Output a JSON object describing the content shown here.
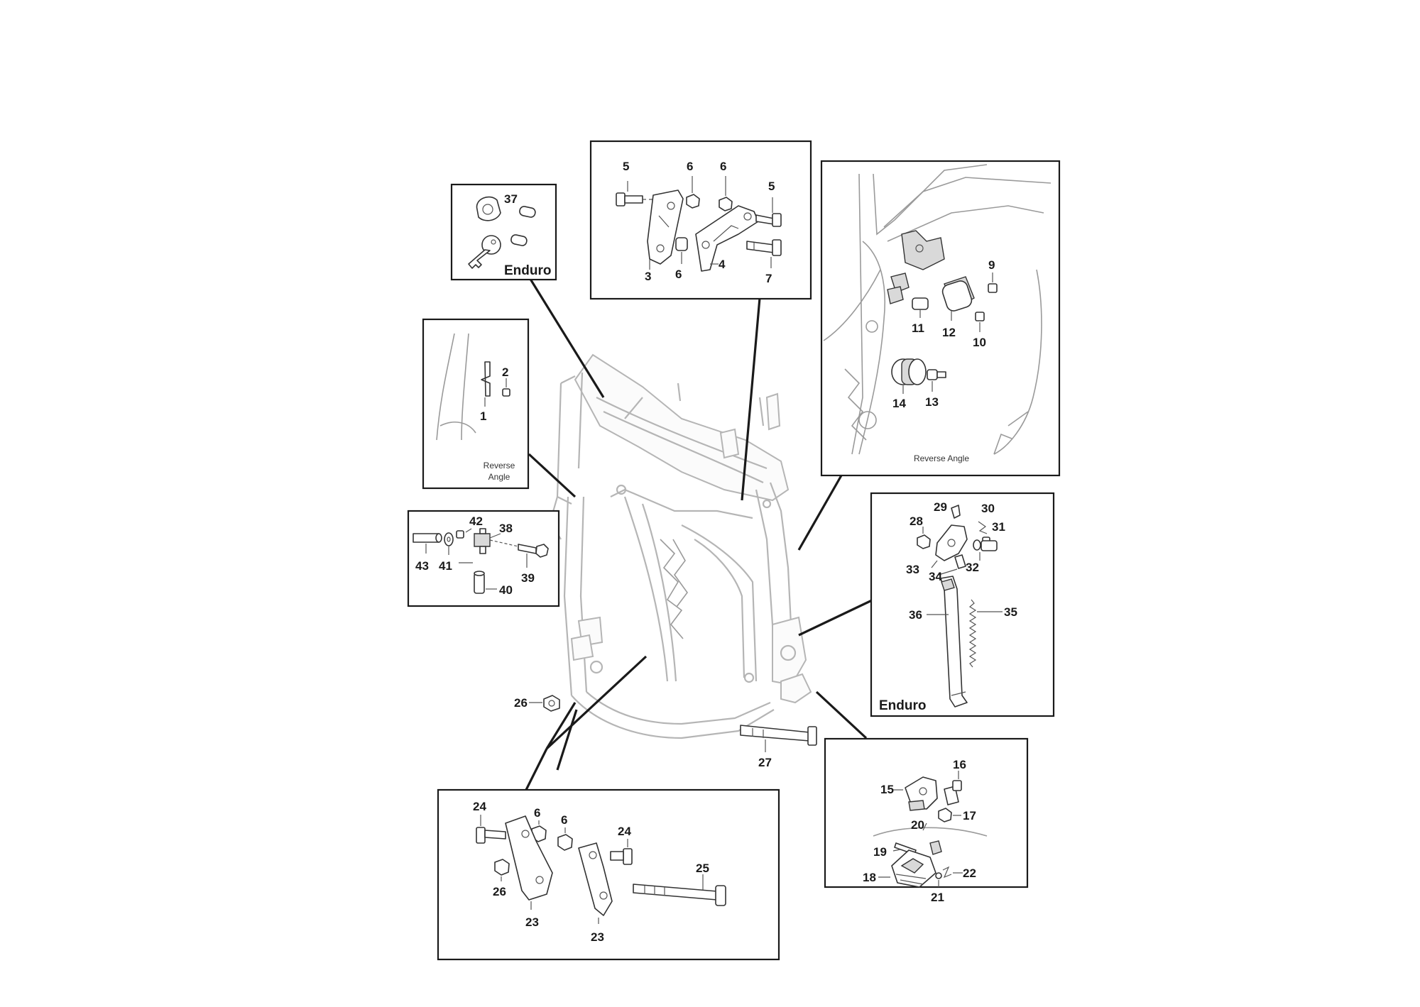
{
  "panels": {
    "ignition": {
      "tag": "Enduro",
      "callouts": [
        "37"
      ]
    },
    "sensor": {
      "note_line1": "Reverse",
      "note_line2": "Angle",
      "callouts": [
        "2",
        "1"
      ]
    },
    "engine_hangers": {
      "callouts": [
        "5",
        "6",
        "6",
        "5",
        "3",
        "6",
        "4",
        "7"
      ]
    },
    "mounts": {
      "note": "Reverse Angle",
      "callouts": [
        "9",
        "11",
        "12",
        "10",
        "14",
        "13"
      ]
    },
    "cable": {
      "callouts": [
        "42",
        "38",
        "43",
        "41",
        "39",
        "40"
      ]
    },
    "sidestand": {
      "tag": "Enduro",
      "callouts": [
        "29",
        "30",
        "28",
        "31",
        "33",
        "34",
        "32",
        "36",
        "35"
      ]
    },
    "lower_brackets": {
      "callouts": [
        "24",
        "6",
        "6",
        "24",
        "25",
        "26",
        "23",
        "23"
      ]
    },
    "footpeg": {
      "callouts": [
        "16",
        "15",
        "17",
        "20",
        "19",
        "18",
        "22",
        "21"
      ]
    }
  },
  "frame_callouts": [
    "26",
    "27"
  ]
}
